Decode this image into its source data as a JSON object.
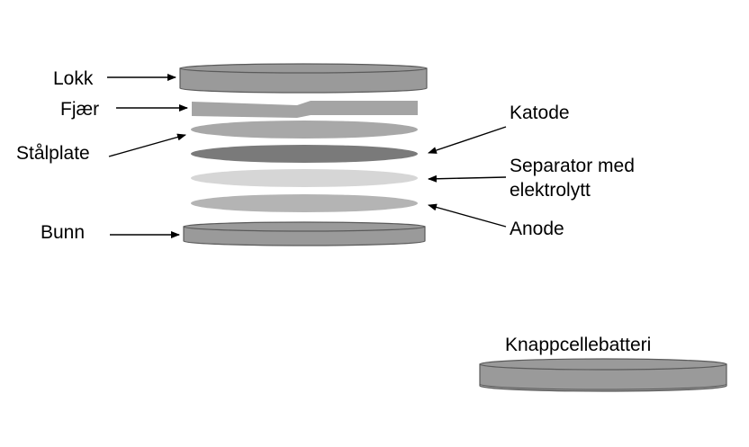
{
  "labels": {
    "lid": "Lokk",
    "spring": "Fjær",
    "steel_plate": "Stålplate",
    "bottom": "Bunn",
    "cathode": "Katode",
    "separator_line1": "Separator med",
    "separator_line2": "elektrolytt",
    "anode": "Anode",
    "assembled_title": "Knappcellebatteri"
  },
  "colors": {
    "lid": "#9a9a9a",
    "spring": "#a4a4a4",
    "steel_plate": "#a8a8a8",
    "cathode": "#7a7a7a",
    "separator": "#d6d6d6",
    "anode": "#b4b4b4",
    "bottom": "#9a9a9a",
    "assembled": "#9a9a9a",
    "outline": "#5a5a5a",
    "arrow": "#000000"
  }
}
